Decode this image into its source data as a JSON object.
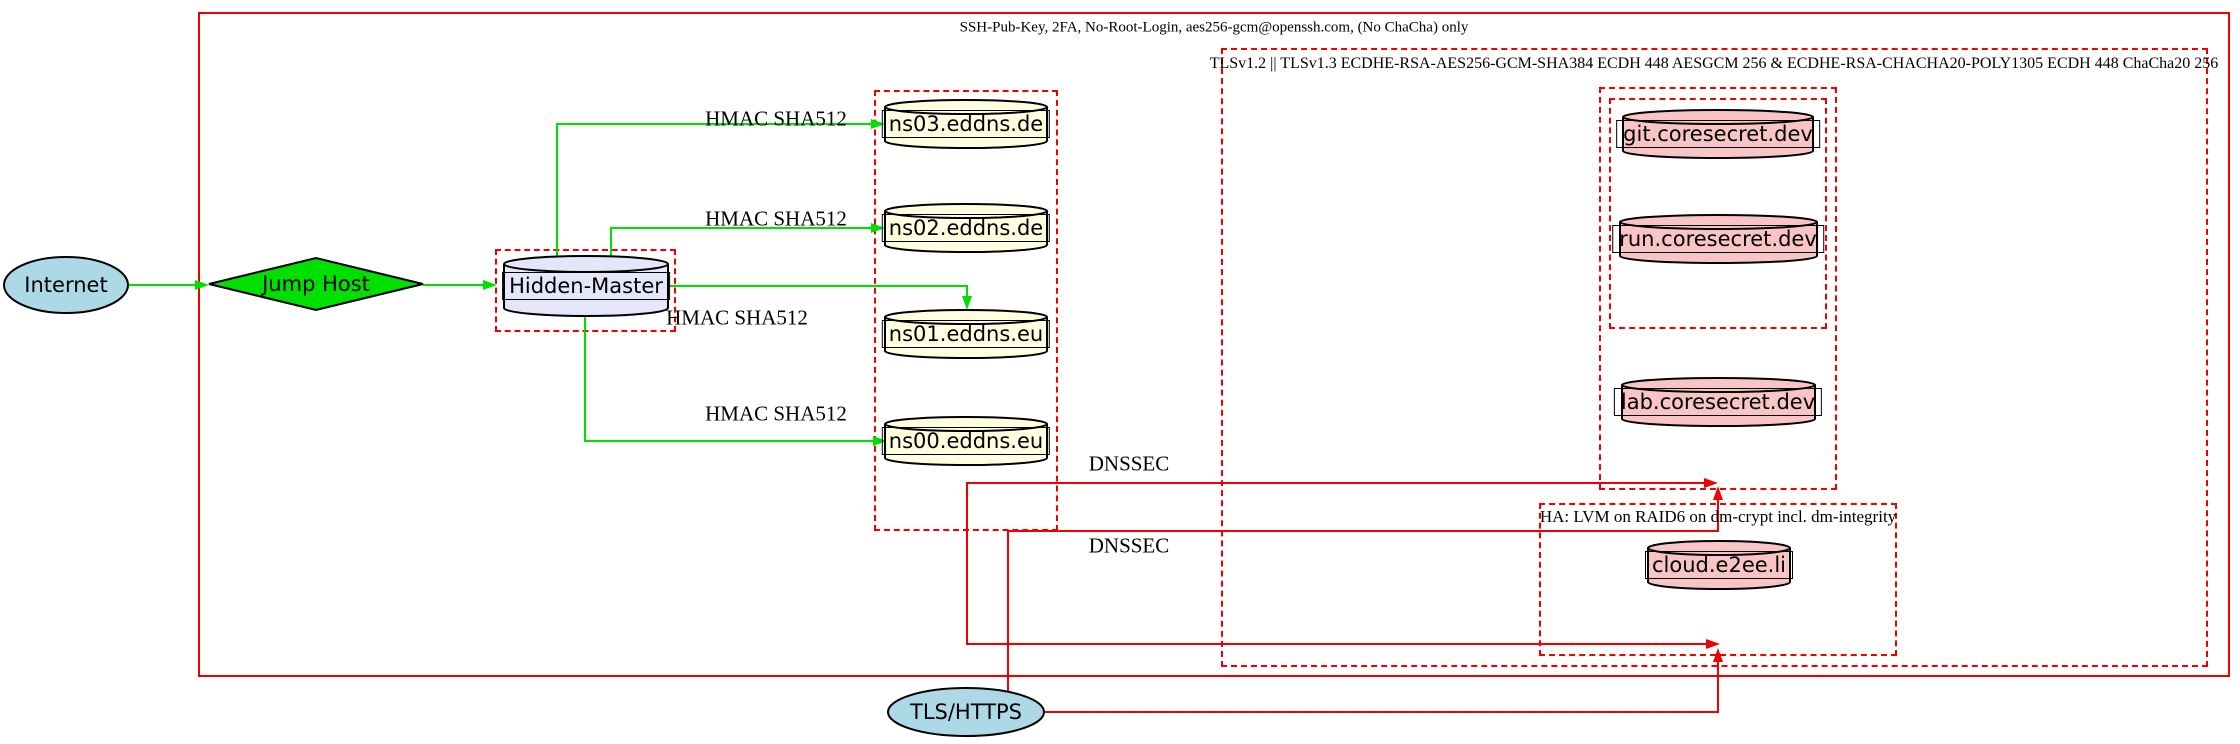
{
  "diagram": {
    "clusters": {
      "ssh": {
        "label": "SSH-Pub-Key, 2FA, No-Root-Login, aes256-gcm@openssh.com, (No ChaCha) only",
        "border_style": "solid"
      },
      "tls": {
        "label": "TLSv1.2 || TLSv1.3 ECDHE-RSA-AES256-GCM-SHA384 ECDH 448 AESGCM 256 & ECDHE-RSA-CHACHA20-POLY1305 ECDH 448 ChaCha20 256",
        "border_style": "dashed"
      },
      "dns": {
        "label": "",
        "border_style": "dashed"
      },
      "hidden_master_box": {
        "label": "",
        "border_style": "dashed"
      },
      "coresecret": {
        "label": "",
        "border_style": "dashed"
      },
      "coresecret_inner": {
        "label": "",
        "border_style": "dashed"
      },
      "ha": {
        "label": "HA: LVM on RAID6 on dm-crypt incl. dm-integrity",
        "border_style": "dashed"
      }
    },
    "nodes": {
      "internet": {
        "label": "Internet",
        "shape": "ellipse",
        "fill": "#add8e6"
      },
      "jump_host": {
        "label": "Jump Host",
        "shape": "diamond",
        "fill": "#00e000"
      },
      "hidden_master": {
        "label": "Hidden-Master",
        "shape": "cylinder",
        "fill": "#e6e6fa"
      },
      "ns03": {
        "label": "ns03.eddns.de",
        "shape": "cylinder",
        "fill": "#ffffe0"
      },
      "ns02": {
        "label": "ns02.eddns.de",
        "shape": "cylinder",
        "fill": "#ffffe0"
      },
      "ns01": {
        "label": "ns01.eddns.eu",
        "shape": "cylinder",
        "fill": "#ffffe0"
      },
      "ns00": {
        "label": "ns00.eddns.eu",
        "shape": "cylinder",
        "fill": "#ffffe0"
      },
      "git": {
        "label": "git.coresecret.dev",
        "shape": "cylinder",
        "fill": "#f9c4c4"
      },
      "run": {
        "label": "run.coresecret.dev",
        "shape": "cylinder",
        "fill": "#f9c4c4"
      },
      "lab": {
        "label": "lab.coresecret.dev",
        "shape": "cylinder",
        "fill": "#f9c4c4"
      },
      "cloud": {
        "label": "cloud.e2ee.li",
        "shape": "cylinder",
        "fill": "#f9c4c4"
      },
      "tls_https": {
        "label": "TLS/HTTPS",
        "shape": "ellipse",
        "fill": "#add8e6"
      }
    },
    "edge_labels": {
      "hmac": "HMAC SHA512",
      "dnssec": "DNSSEC"
    },
    "edges": [
      {
        "from": "Internet",
        "to": "Jump Host",
        "color": "green",
        "label": ""
      },
      {
        "from": "Jump Host",
        "to": "Hidden-Master",
        "color": "green",
        "label": ""
      },
      {
        "from": "Hidden-Master",
        "to": "ns03.eddns.de",
        "color": "green",
        "label": "HMAC SHA512"
      },
      {
        "from": "Hidden-Master",
        "to": "ns02.eddns.de",
        "color": "green",
        "label": "HMAC SHA512"
      },
      {
        "from": "Hidden-Master",
        "to": "ns01.eddns.eu",
        "color": "green",
        "label": "HMAC SHA512"
      },
      {
        "from": "Hidden-Master",
        "to": "ns00.eddns.eu",
        "color": "green",
        "label": "HMAC SHA512"
      },
      {
        "from": "dns-cluster",
        "to": "coresecret-cluster",
        "color": "red",
        "label": "DNSSEC"
      },
      {
        "from": "dns-cluster",
        "to": "ha-cluster",
        "color": "red",
        "label": "DNSSEC"
      },
      {
        "from": "TLS/HTTPS",
        "to": "coresecret-cluster",
        "color": "red",
        "label": ""
      },
      {
        "from": "TLS/HTTPS",
        "to": "ha-cluster",
        "color": "red",
        "label": ""
      }
    ],
    "colors": {
      "green": "#00e000",
      "red": "#f20000",
      "node_border": "#000000",
      "background": "#ffffff"
    }
  }
}
